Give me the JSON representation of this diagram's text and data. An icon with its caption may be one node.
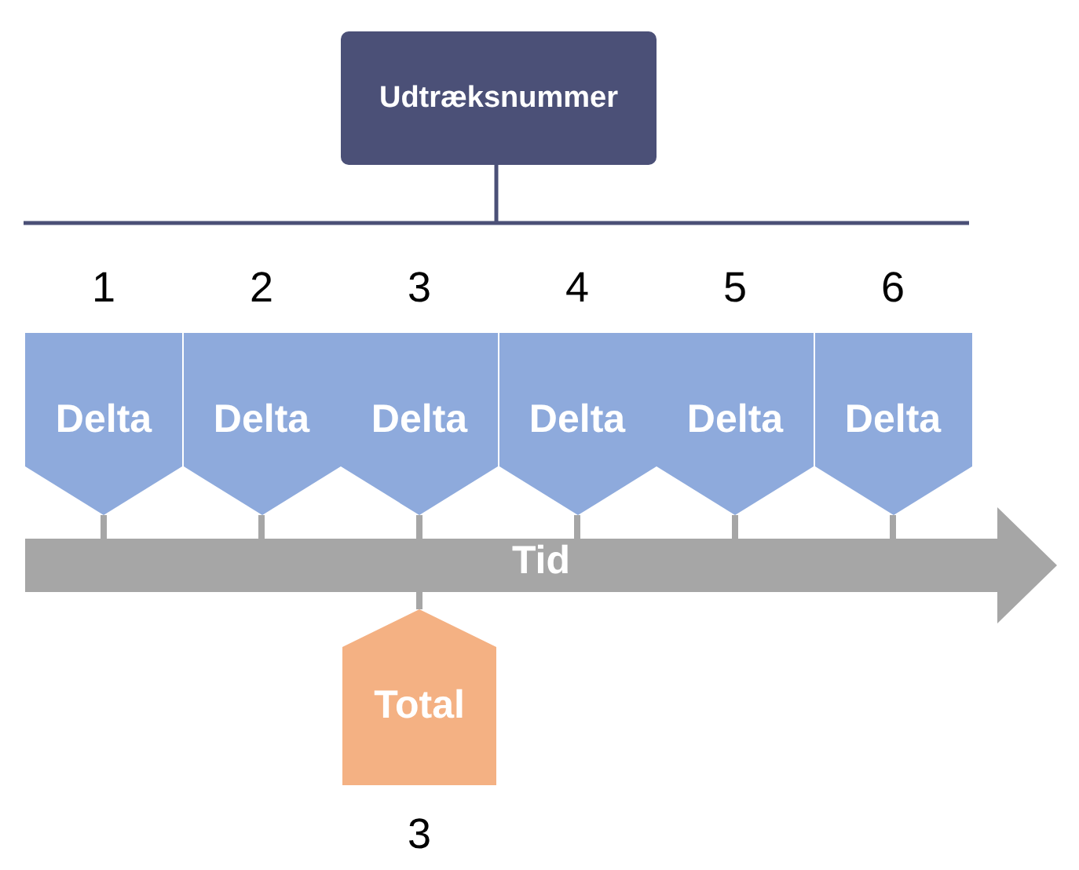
{
  "diagram": {
    "nodes": [
      {
        "text": [
          "Udtræksnummer"
        ]
      },
      {
        "text": [
          "Delta"
        ],
        "beside": [
          "1"
        ]
      },
      {
        "text": [
          "Delta"
        ],
        "beside": [
          "2"
        ]
      },
      {
        "text": [
          "Delta"
        ],
        "beside": [
          "3"
        ]
      },
      {
        "text": [
          "Delta"
        ],
        "beside": [
          "4"
        ]
      },
      {
        "text": [
          "Delta"
        ],
        "beside": [
          "5"
        ]
      },
      {
        "text": [
          "Delta"
        ],
        "beside": [
          "6"
        ]
      },
      {
        "text": [
          "Tid"
        ]
      },
      {
        "text": [
          "Total"
        ],
        "beside": [
          "3"
        ]
      }
    ],
    "edges": [
      {
        "from": 1,
        "to": 7,
        "arrow": "none"
      },
      {
        "from": 2,
        "to": 7,
        "arrow": "none"
      },
      {
        "from": 3,
        "to": 7,
        "arrow": "none"
      },
      {
        "from": 4,
        "to": 7,
        "arrow": "none"
      },
      {
        "from": 5,
        "to": 7,
        "arrow": "none"
      },
      {
        "from": 6,
        "to": 7,
        "arrow": "none"
      },
      {
        "from": 7,
        "to": 8,
        "arrow": "none"
      }
    ]
  }
}
